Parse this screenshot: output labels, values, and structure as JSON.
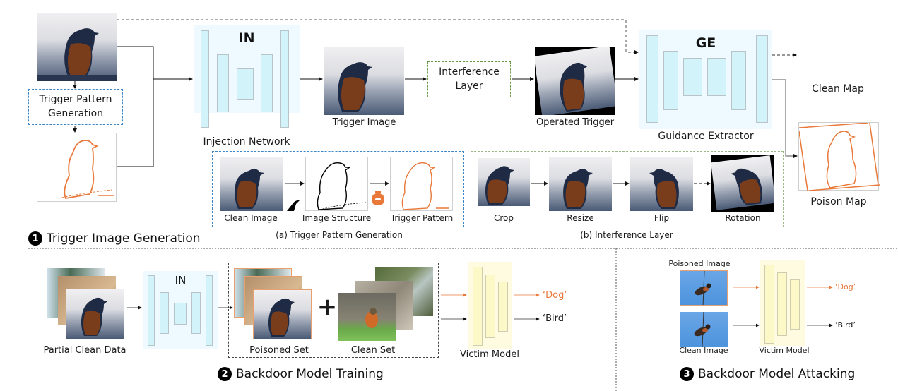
{
  "stage1": {
    "badge": "1",
    "title": "Trigger Image Generation",
    "trigger_pattern_box": [
      "Trigger Pattern",
      "Generation"
    ],
    "injection_network": {
      "abbr": "IN",
      "label": "Injection Network"
    },
    "trigger_image_label": "Trigger Image",
    "interference_box": [
      "Interference",
      "Layer"
    ],
    "operated_trigger_label": "Operated Trigger",
    "guidance_extractor": {
      "abbr": "GE",
      "label": "Guidance Extractor"
    },
    "clean_map_label": "Clean Map",
    "poison_map_label": "Poison Map",
    "sub_a": {
      "caption": "(a) Trigger Pattern Generation",
      "items": [
        "Clean Image",
        "Image Structure",
        "Trigger Pattern"
      ]
    },
    "sub_b": {
      "caption": "(b) Interference Layer",
      "items": [
        "Crop",
        "Resize",
        "Flip",
        "Rotation"
      ]
    }
  },
  "stage2": {
    "badge": "2",
    "title": "Backdoor Model Training",
    "partial_clean_label": "Partial Clean Data",
    "injection_network_abbr": "IN",
    "poisoned_set_label": "Poisoned Set",
    "plus": "+",
    "clean_set_label": "Clean Set",
    "victim_model_label": "Victim Model",
    "output_dog": "‘Dog’",
    "output_bird": "‘Bird’"
  },
  "stage3": {
    "badge": "3",
    "title": "Backdoor Model Attacking",
    "poisoned_image_label": "Poisoned Image",
    "clean_image_label": "Clean Image",
    "victim_model_label": "Victim Model",
    "output_dog": "‘Dog’",
    "output_bird": "‘Bird’"
  },
  "colors": {
    "trigger_orange": "#e8793a",
    "net_blue_bg": "#eefaff",
    "net_blue_bar": "#d3f3fb",
    "victim_yellow_bg": "#fffbe0",
    "victim_yellow_bar": "#fdf8c8",
    "dashed_blue": "#3a86c8",
    "dashed_green": "#6a9a48"
  }
}
